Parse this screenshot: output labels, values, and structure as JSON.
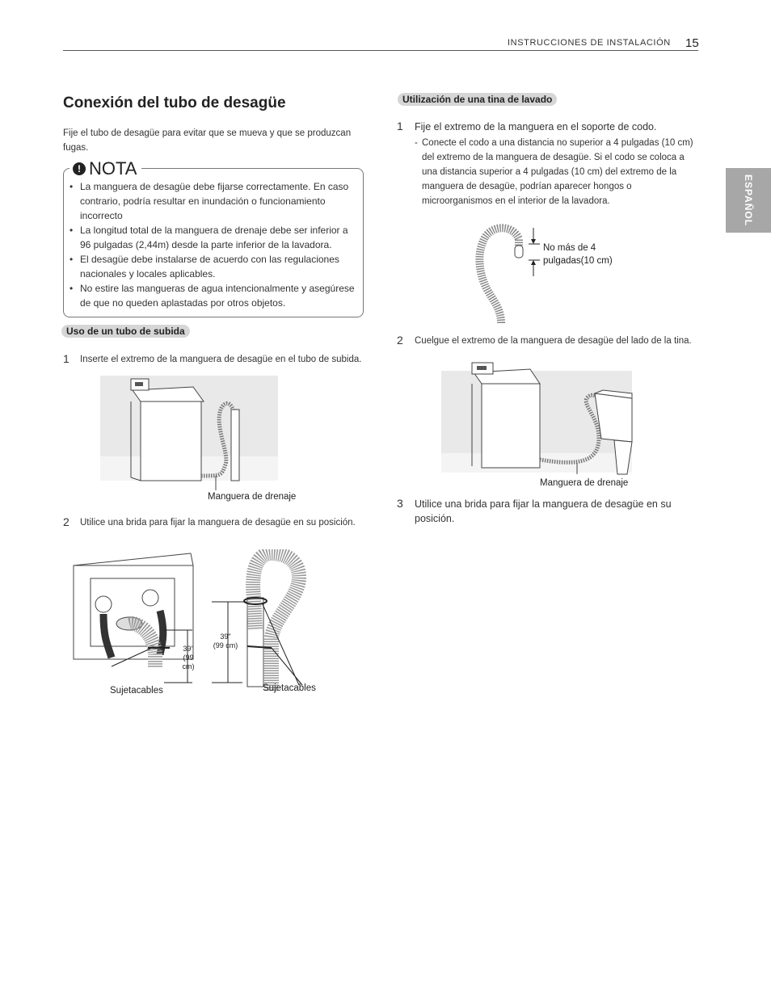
{
  "header": {
    "section": "INSTRUCCIONES DE INSTALACIÓN",
    "page_number": "15",
    "language_tab": "ESPAÑOL"
  },
  "left": {
    "title": "Conexión del tubo de desagüe",
    "intro": "Fije el tubo de desagüe para evitar que se mueva y que se produzcan fugas.",
    "note": {
      "heading": "NOTA",
      "items": [
        "La manguera de desagüe debe fijarse correctamente. En caso contrario, podría resultar en inundación o funcionamiento incorrecto",
        "La longitud total de la manguera de drenaje debe ser inferior a 96 pulgadas (2,44m) desde la parte inferior de la lavadora.",
        "El desagüe debe instalarse de acuerdo con las regulaciones nacionales y locales aplicables.",
        "No estire las mangueras de agua intencionalmente y asegúrese de que no queden aplastadas por otros objetos."
      ]
    },
    "subsection": "Uso de un tubo de subida",
    "steps": [
      {
        "num": "1",
        "text": "Inserte el extremo de la manguera de desagüe en el tubo de subida."
      },
      {
        "num": "2",
        "text": "Utilice una brida para fijar la manguera de desagüe en su posición."
      }
    ],
    "fig1_label": "Manguera de drenaje",
    "fig2": {
      "left_label": "Sujetacables",
      "right_label": "Sujetacables",
      "dim_a_1": "39\"",
      "dim_a_2": "(99 cm)",
      "dim_b_1": "39\"",
      "dim_b_2": "(99 cm)"
    }
  },
  "right": {
    "subsection": "Utilización de una tina de lavado",
    "step1_num": "1",
    "step1_text": "Fije el extremo de la manguera en el soporte de codo.",
    "step1_dash": "-",
    "step1_detail": "Conecte el codo a una distancia no superior a 4 pulgadas (10 cm) del extremo de la manguera de desagüe. Si el codo se coloca a una distancia superior a 4 pulgadas (10 cm) del extremo de la manguera de desagüe, podrían aparecer hongos o microorganismos en el interior de la lavadora.",
    "fig3_label_1": "No más de 4",
    "fig3_label_2": "pulgadas(10 cm)",
    "step2_num": "2",
    "step2_text": "Cuelgue el extremo de la manguera de desagüe del lado de la tina.",
    "fig4_label": "Manguera de drenaje",
    "step3_num": "3",
    "step3_text": "Utilice una brida para fijar la manguera de desagüe en su posición."
  }
}
